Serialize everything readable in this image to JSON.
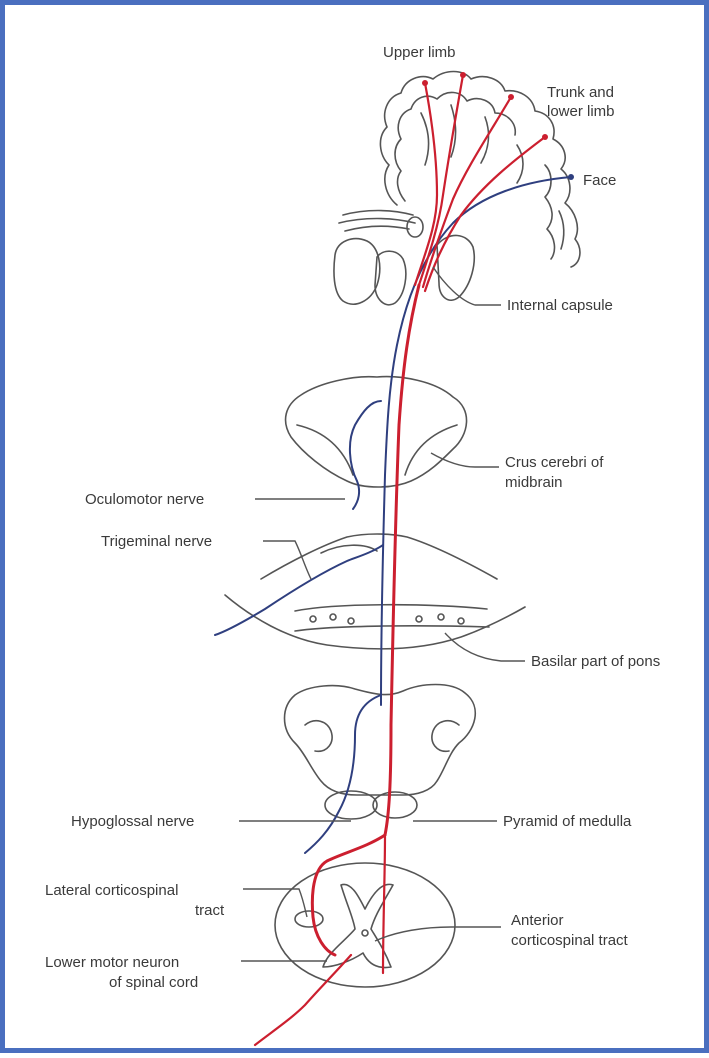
{
  "colors": {
    "frame": "#4a6fbf",
    "corticospinal_tract": "#cc1f2f",
    "corticobulbar_tract": "#2f3f7f",
    "outline": "#555555",
    "label_text": "#3a3a3a"
  },
  "labels": {
    "upper_limb": "Upper limb",
    "trunk_line1": "Trunk and",
    "trunk_line2": "lower limb",
    "face": "Face",
    "internal_capsule": "Internal capsule",
    "crus_line1": "Crus cerebri of",
    "crus_line2": "midbrain",
    "oculomotor_nerve": "Oculomotor nerve",
    "trigeminal_nerve": "Trigeminal nerve",
    "basilar_pons": "Basilar part of pons",
    "hypoglossal_nerve": "Hypoglossal nerve",
    "pyramid_medulla": "Pyramid of medulla",
    "lateral_line1": "Lateral corticospinal",
    "lateral_line2": "tract",
    "anterior_line1": "Anterior",
    "anterior_line2": "corticospinal tract",
    "lmn_line1": "Lower motor neuron",
    "lmn_line2": "of spinal cord"
  }
}
